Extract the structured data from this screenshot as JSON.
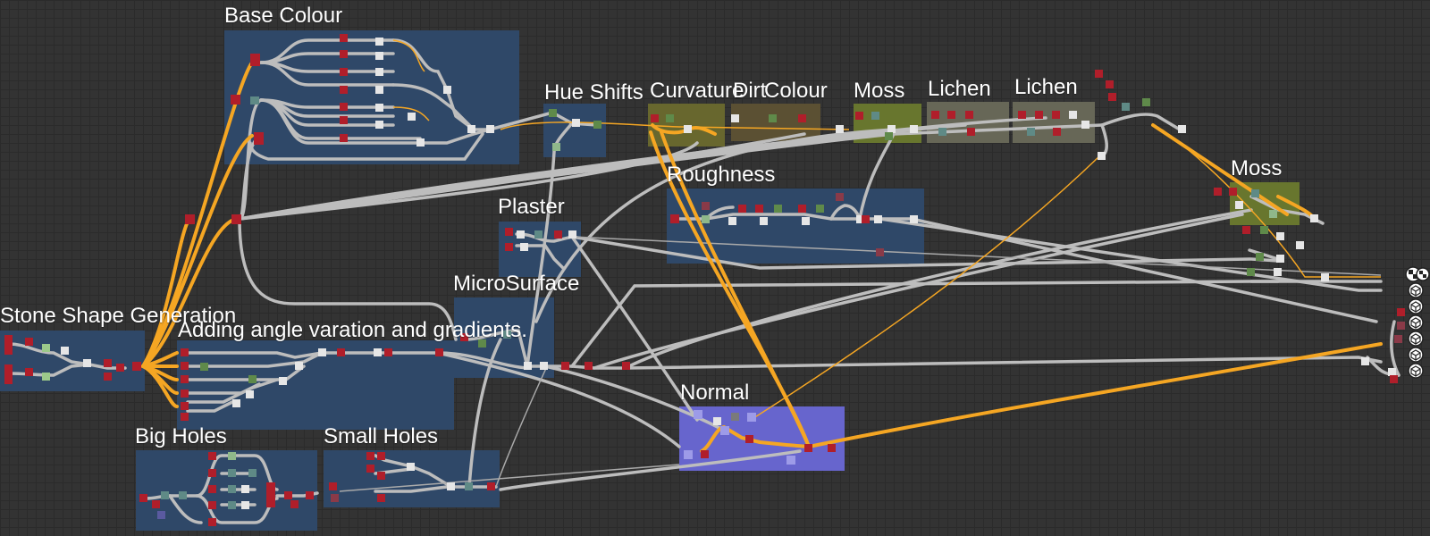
{
  "app": {
    "name": "Substance Designer graph view"
  },
  "colors": {
    "background": "#333333",
    "frame_blue": "#2f4a6b",
    "frame_olive": "#6b7a2e",
    "frame_brown": "#6a5a38",
    "frame_grey": "#6a6a5a",
    "frame_purple": "#6a68d6",
    "wire_grey": "#bdbdbd",
    "wire_orange": "#f5a623",
    "node_red": "#b01e2a",
    "node_white": "#e6e6e6",
    "node_green": "#5f8a4a",
    "node_teal": "#5f8a86",
    "node_lavender": "#9d9be8"
  },
  "frames": [
    {
      "id": "base-colour",
      "title": "Base Colour",
      "color": "blue"
    },
    {
      "id": "hue-shifts",
      "title": "Hue Shifts",
      "color": "blue"
    },
    {
      "id": "curvature",
      "title": "Curvature",
      "color": "olive"
    },
    {
      "id": "dirt",
      "title": "Dirt",
      "color": "brown"
    },
    {
      "id": "colour",
      "title": "Colour",
      "color": "brown"
    },
    {
      "id": "moss-top",
      "title": "Moss",
      "color": "olive"
    },
    {
      "id": "lichen-1",
      "title": "Lichen",
      "color": "grey"
    },
    {
      "id": "lichen-2",
      "title": "Lichen",
      "color": "grey"
    },
    {
      "id": "moss-right",
      "title": "Moss",
      "color": "olive"
    },
    {
      "id": "roughness",
      "title": "Roughness",
      "color": "blue"
    },
    {
      "id": "plaster",
      "title": "Plaster",
      "color": "blue"
    },
    {
      "id": "microsurface",
      "title": "MicroSurface",
      "color": "blue"
    },
    {
      "id": "stone-shape",
      "title": "Stone Shape Generation",
      "color": "blue"
    },
    {
      "id": "angle-variation",
      "title": "Adding angle varation and gradients.",
      "color": "blue"
    },
    {
      "id": "big-holes",
      "title": "Big Holes",
      "color": "blue"
    },
    {
      "id": "small-holes",
      "title": "Small Holes",
      "color": "blue"
    },
    {
      "id": "normal",
      "title": "Normal",
      "color": "purple"
    }
  ],
  "outputs": [
    {
      "name": "output-basecolor-icon"
    },
    {
      "name": "output-normal-icon"
    },
    {
      "name": "output-roughness-icon"
    },
    {
      "name": "output-metallic-icon"
    },
    {
      "name": "output-height-icon"
    },
    {
      "name": "output-ao-icon"
    },
    {
      "name": "output-extra-icon"
    }
  ]
}
